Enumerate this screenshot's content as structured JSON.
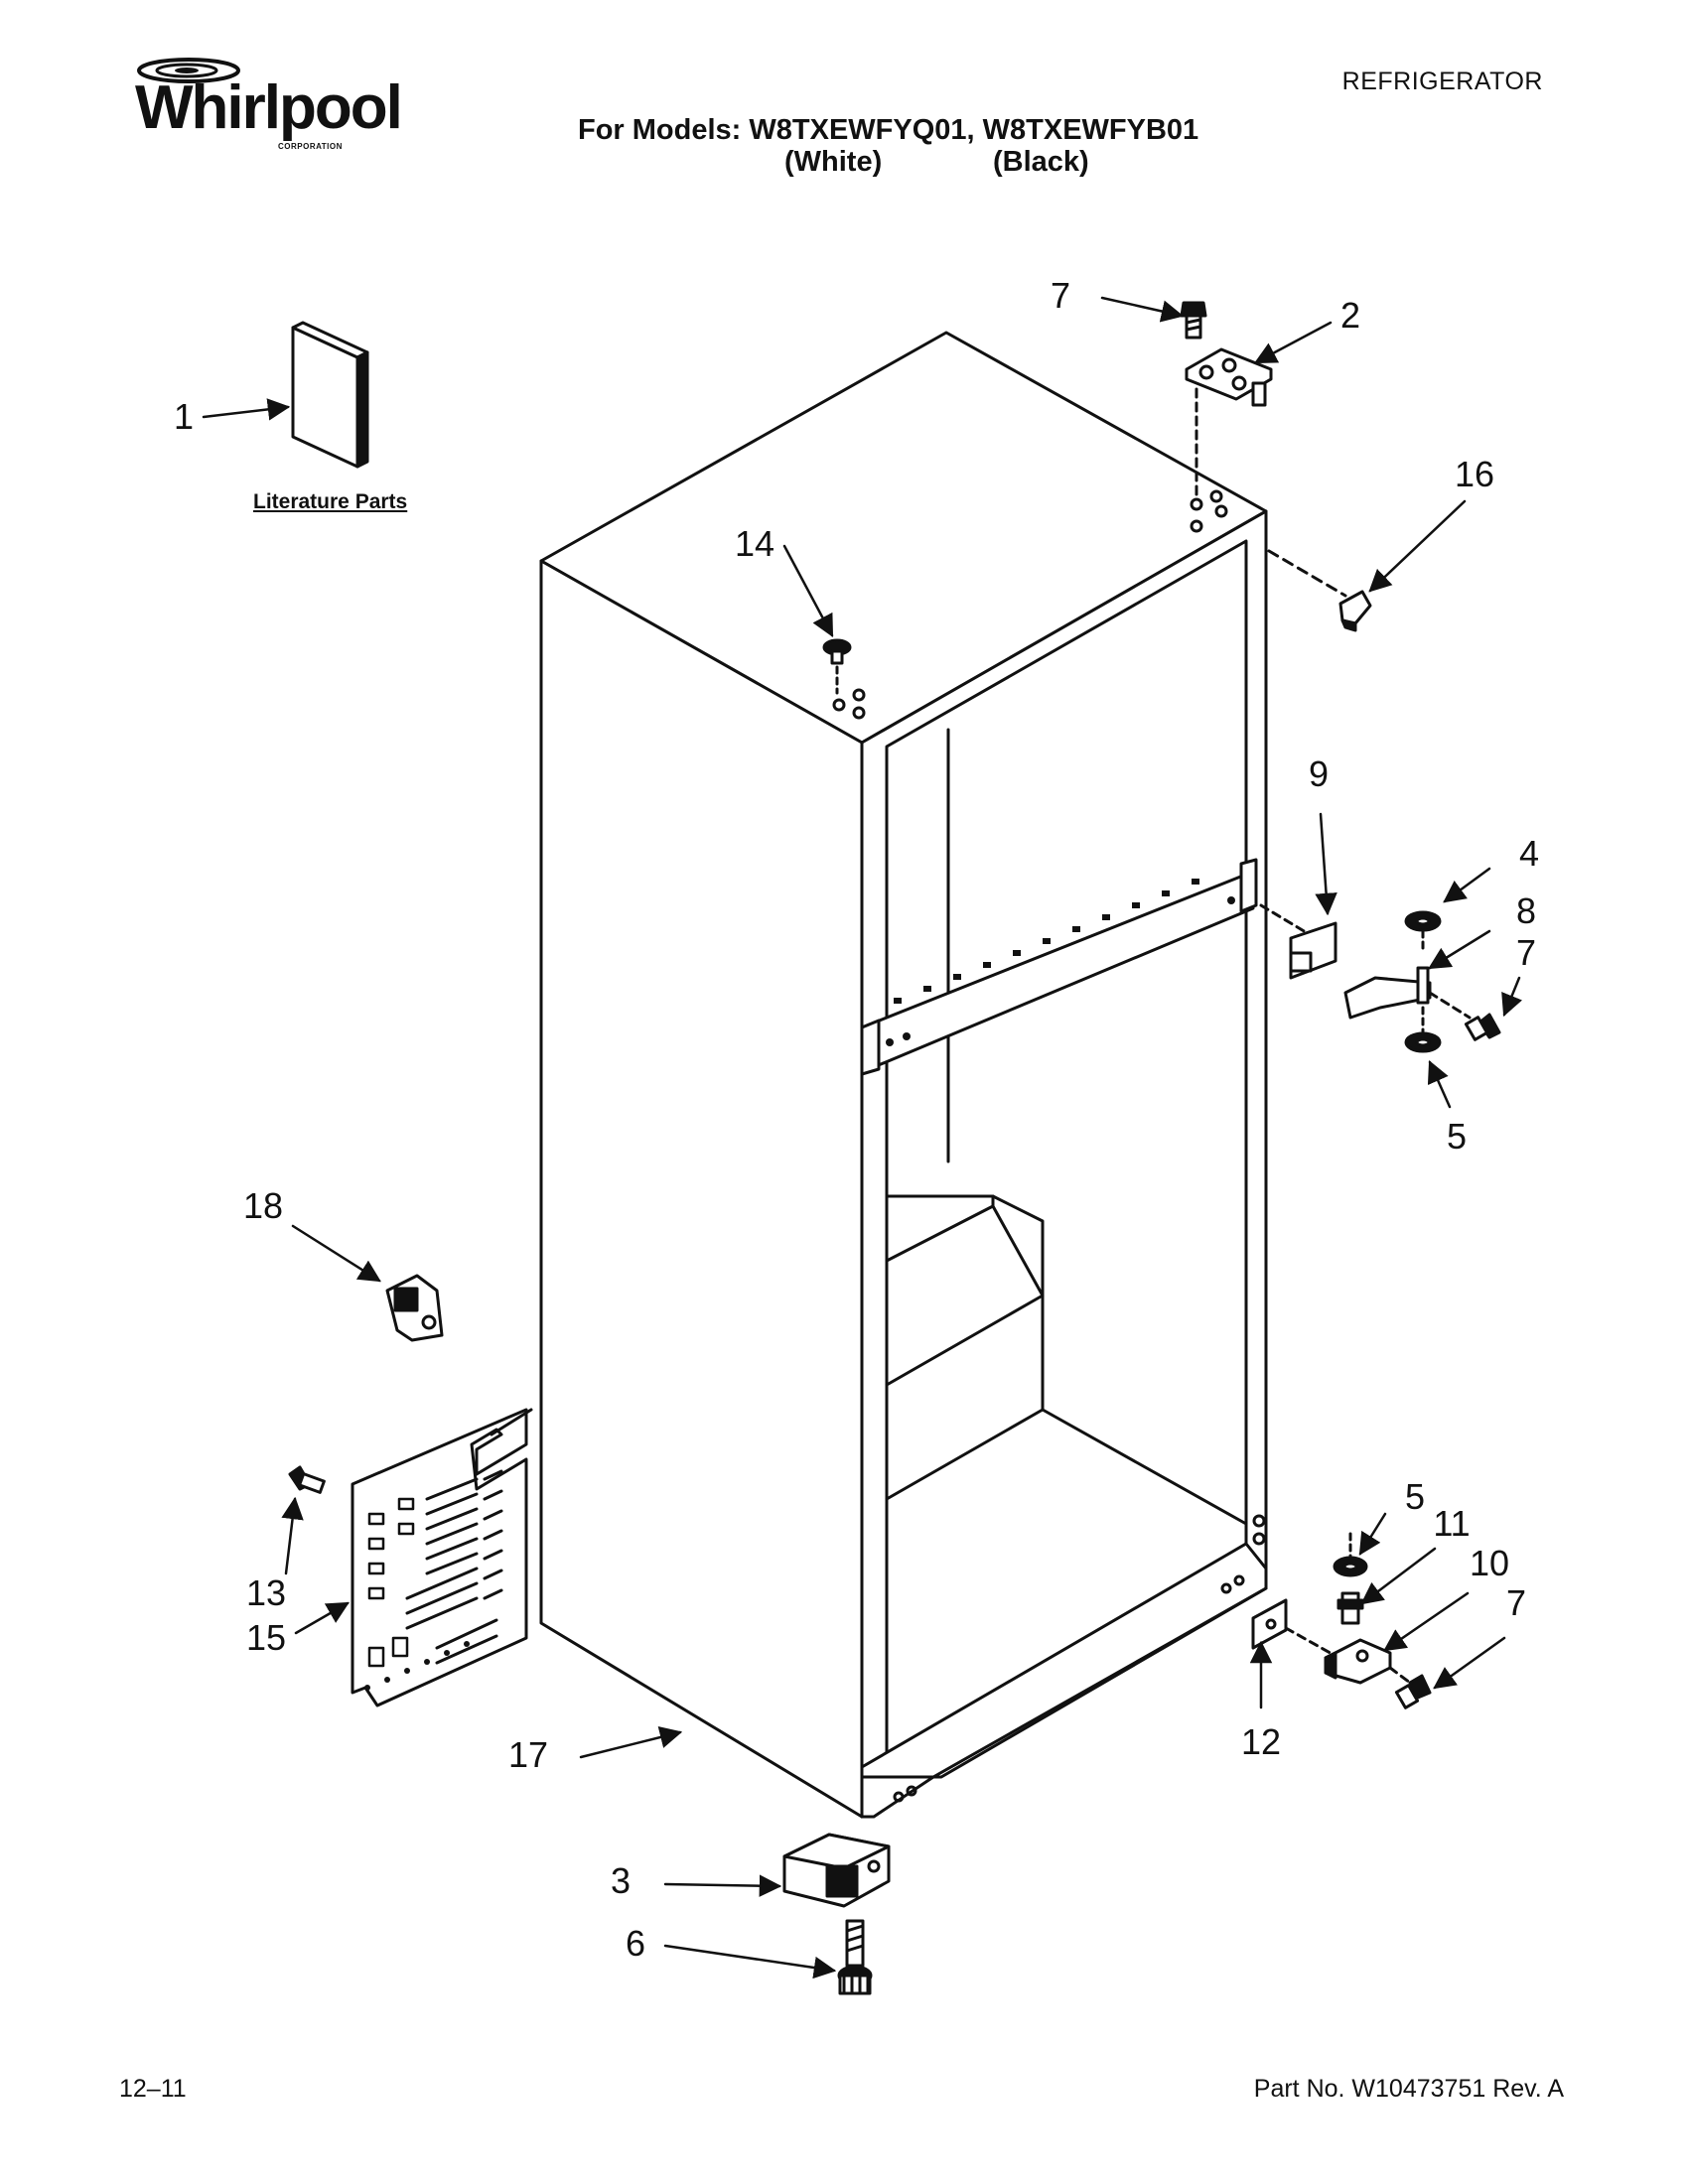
{
  "header": {
    "brand": "Whirlpool",
    "brand_sub": "CORPORATION",
    "category": "REFRIGERATOR",
    "models_line": "For Models: W8TXEWFYQ01, W8TXEWFYB01",
    "variant_white": "(White)",
    "variant_black": "(Black)"
  },
  "literature_caption": "Literature Parts",
  "callouts": {
    "c1": "1",
    "c2": "2",
    "c3": "3",
    "c4": "4",
    "c5a": "5",
    "c5b": "5",
    "c6": "6",
    "c7a": "7",
    "c7b": "7",
    "c7c": "7",
    "c8": "8",
    "c9": "9",
    "c10": "10",
    "c11": "11",
    "c12": "12",
    "c13": "13",
    "c14": "14",
    "c15": "15",
    "c16": "16",
    "c17": "17",
    "c18": "18"
  },
  "footer": {
    "date_code": "12–11",
    "part_number": "Part No. W10473751 Rev. A"
  },
  "colors": {
    "ink": "#111111",
    "paper": "#ffffff"
  }
}
